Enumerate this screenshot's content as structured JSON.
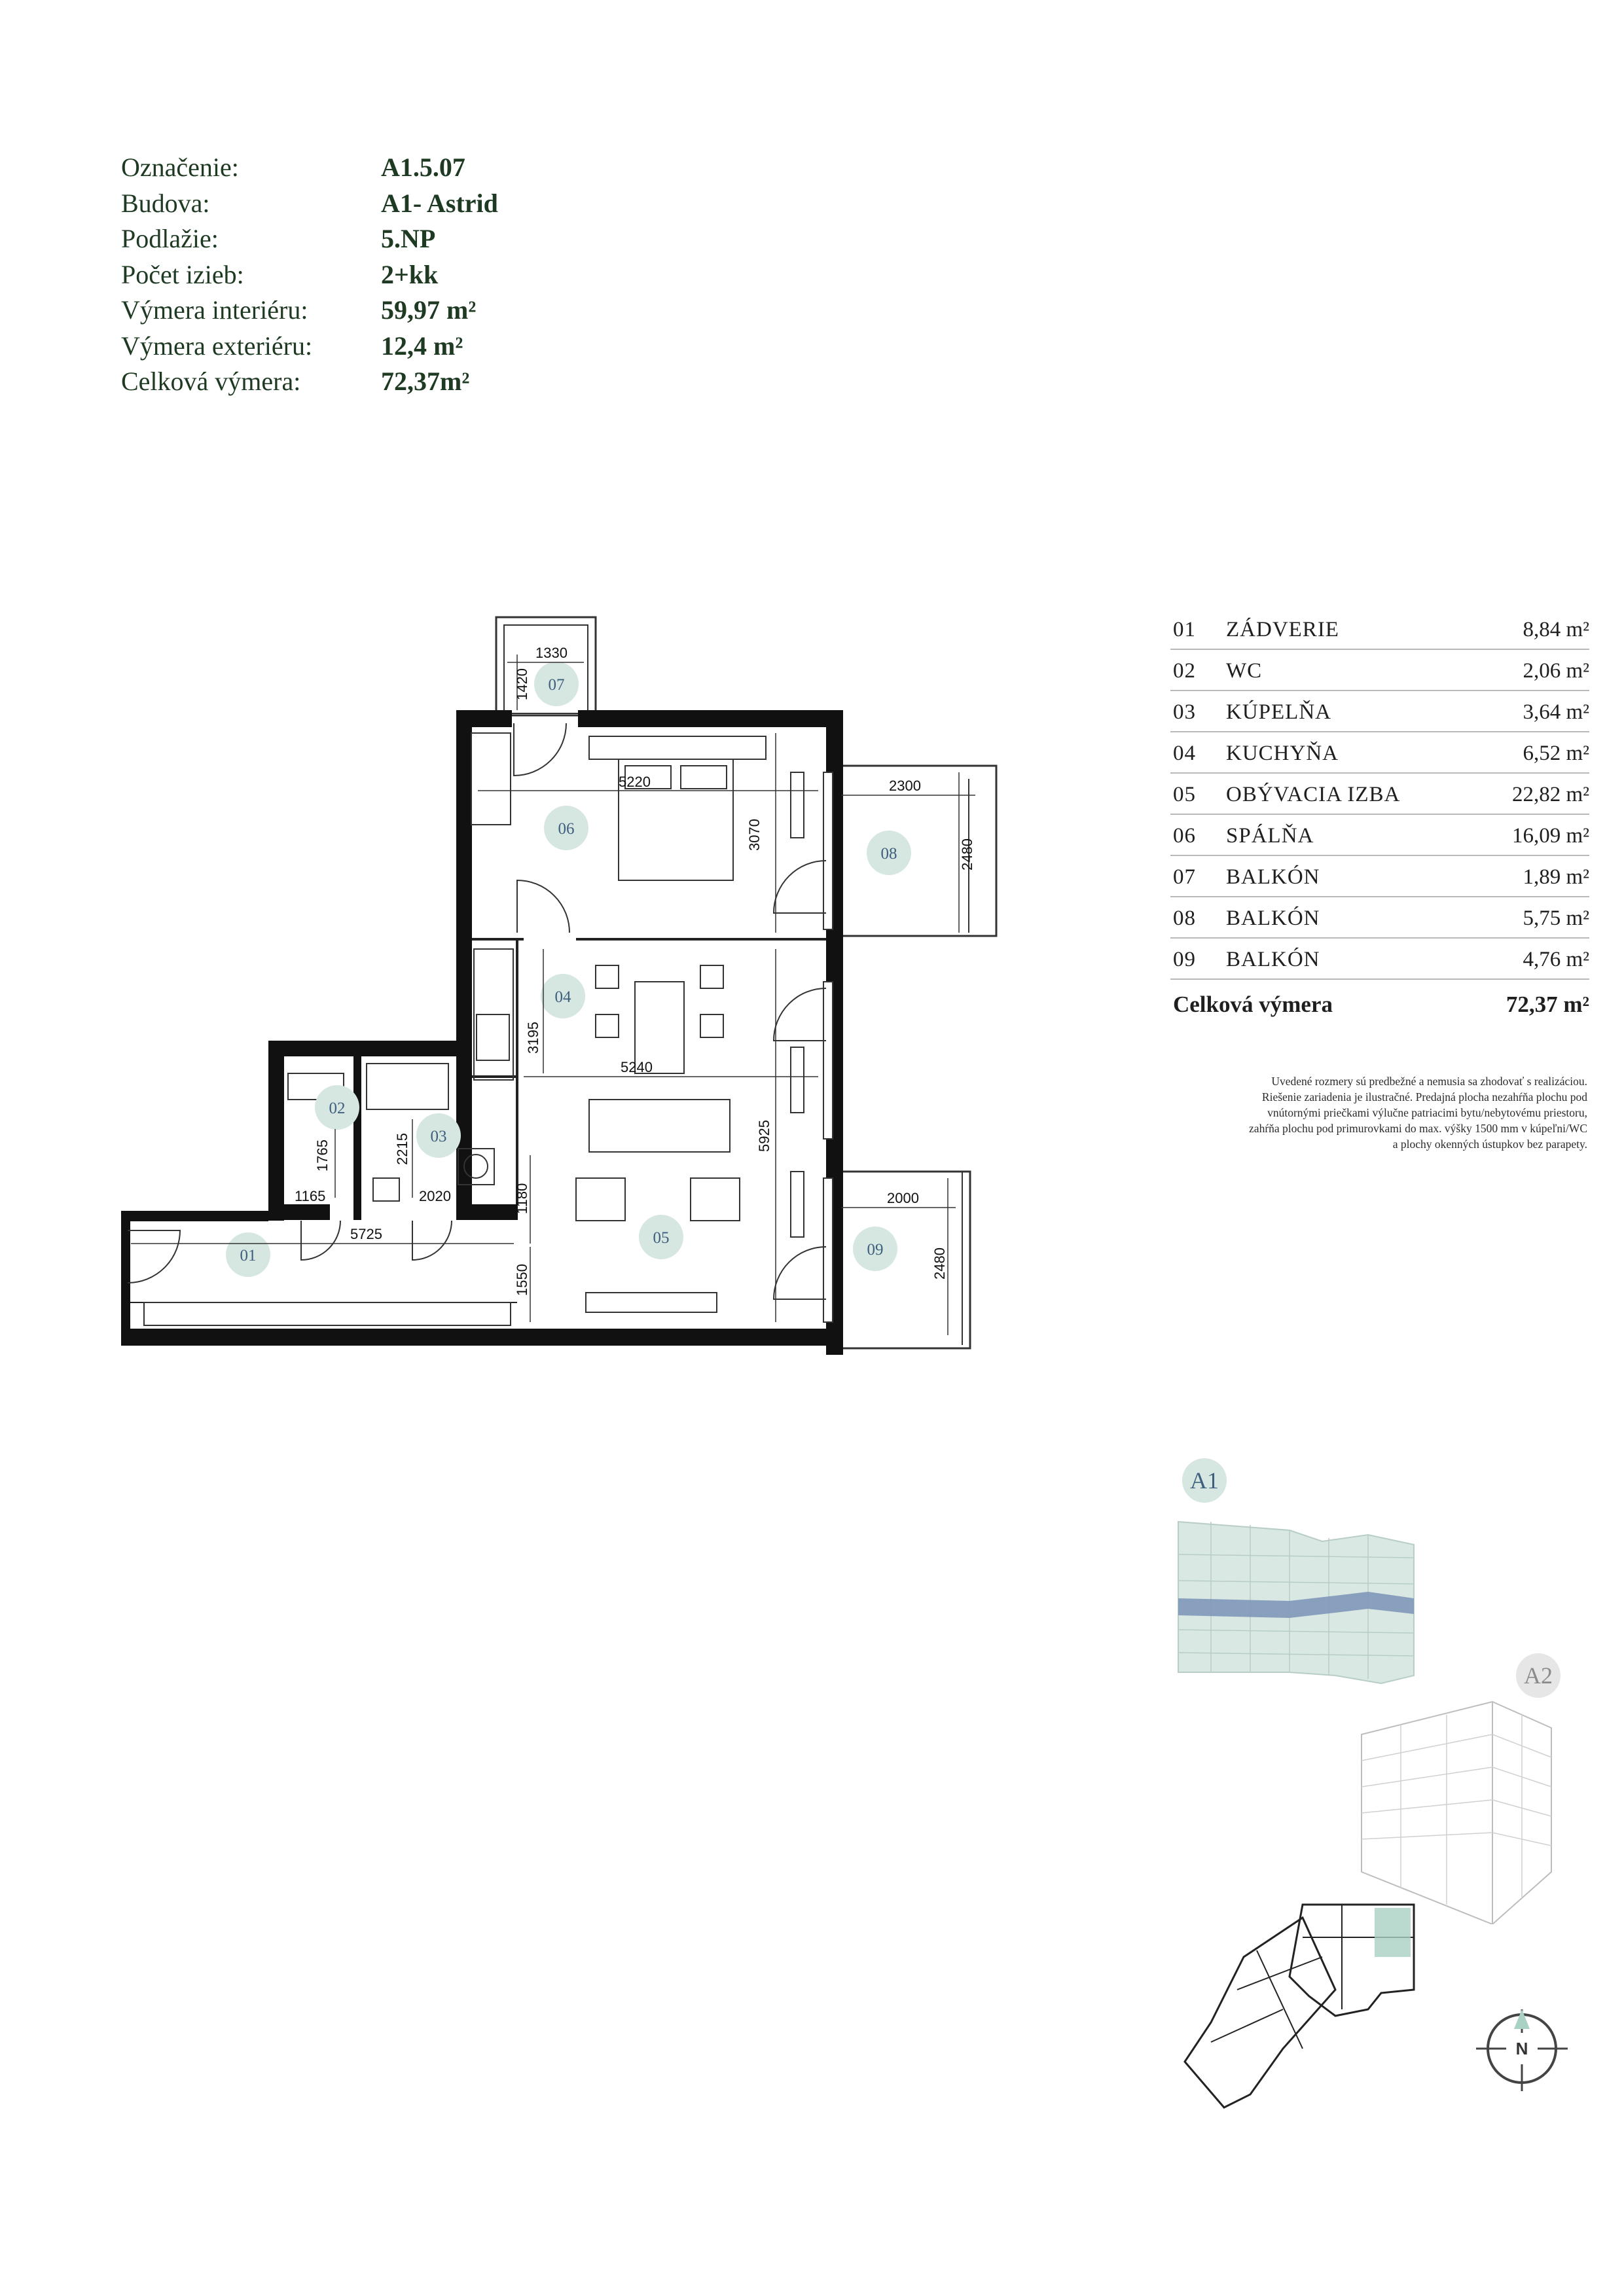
{
  "info": [
    {
      "label": "Označenie:",
      "value": "A1.5.07"
    },
    {
      "label": "Budova:",
      "value": "A1- Astrid"
    },
    {
      "label": "Podlažie:",
      "value": "5.NP"
    },
    {
      "label": "Počet izieb:",
      "value": "2+kk"
    },
    {
      "label": "Výmera interiéru:",
      "value": "59,97 m²"
    },
    {
      "label": "Výmera exteriéru:",
      "value": "12,4 m²"
    },
    {
      "label": "Celková výmera:",
      "value": "72,37m²"
    }
  ],
  "rooms": [
    {
      "num": "01",
      "name": "ZÁDVERIE",
      "area": "8,84 m²"
    },
    {
      "num": "02",
      "name": "WC",
      "area": "2,06 m²"
    },
    {
      "num": "03",
      "name": "KÚPELŇA",
      "area": "3,64 m²"
    },
    {
      "num": "04",
      "name": "KUCHYŇA",
      "area": "6,52 m²"
    },
    {
      "num": "05",
      "name": "OBÝVACIA IZBA",
      "area": "22,82 m²"
    },
    {
      "num": "06",
      "name": "SPÁLŇA",
      "area": "16,09 m²"
    },
    {
      "num": "07",
      "name": "BALKÓN",
      "area": "1,89 m²"
    },
    {
      "num": "08",
      "name": "BALKÓN",
      "area": "5,75 m²"
    },
    {
      "num": "09",
      "name": "BALKÓN",
      "area": "4,76 m²"
    }
  ],
  "total": {
    "label": "Celková výmera",
    "value": "72,37 m²"
  },
  "disclaimer": [
    "Uvedené rozmery sú predbežné a nemusia sa zhodovať s realizáciou.",
    "Riešenie zariadenia je ilustračné. Predajná plocha nezahŕňa plochu pod",
    "vnútornými priečkami výlučne patriacimi bytu/nebytovému priestoru,",
    "zahŕňa plochu pod primurovkami do max. výšky 1500 mm v kúpeľni/WC",
    "a plochy okenných ústupkov bez parapety."
  ],
  "plan": {
    "room_labels": {
      "r01": "01",
      "r02": "02",
      "r03": "03",
      "r04": "04",
      "r05": "05",
      "r06": "06",
      "r07": "07",
      "r08": "08",
      "r09": "09"
    },
    "dimensions": {
      "d1330": "1330",
      "d1420": "1420",
      "d5220": "5220",
      "d3070": "3070",
      "d2300": "2300",
      "d2480a": "2480",
      "d3195": "3195",
      "d5240": "5240",
      "d5925": "5925",
      "d1765": "1765",
      "d2215": "2215",
      "d1165": "1165",
      "d2020": "2020",
      "d1180": "1180",
      "d5725": "5725",
      "d1550": "1550",
      "d2000": "2000",
      "d2480b": "2480"
    }
  },
  "badges": {
    "a1": "A1",
    "a2": "A2"
  },
  "compass": {
    "label": "N"
  },
  "colors": {
    "heading_green": "#1e3a22",
    "room_bubble": "#d6e6e0",
    "highlight_band": "#7f97b9",
    "wall": "#111111"
  }
}
